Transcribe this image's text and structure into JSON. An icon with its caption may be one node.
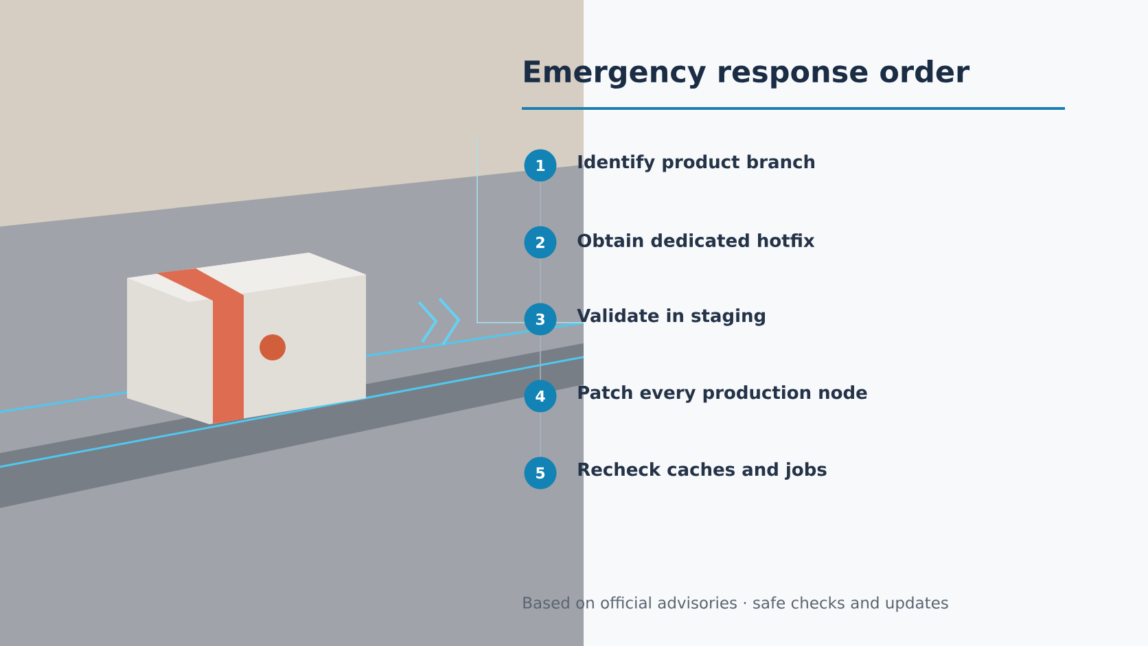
{
  "diagram": {
    "title": "Emergency response order",
    "nodes": [
      {
        "text": [
          "1"
        ],
        "beside": [
          "Identify product branch"
        ]
      },
      {
        "text": [
          "2"
        ],
        "beside": [
          "Obtain dedicated hotfix"
        ]
      },
      {
        "text": [
          "3"
        ],
        "beside": [
          "Validate in staging"
        ]
      },
      {
        "text": [
          "4"
        ],
        "beside": [
          "Patch every production node"
        ]
      },
      {
        "text": [
          "5"
        ],
        "beside": [
          "Recheck caches and jobs"
        ]
      }
    ],
    "edges": [
      {
        "from": 0,
        "to": 1,
        "arrow": "none"
      },
      {
        "from": 1,
        "to": 2,
        "arrow": "none"
      },
      {
        "from": 2,
        "to": 3,
        "arrow": "none"
      },
      {
        "from": 3,
        "to": 4,
        "arrow": "none"
      }
    ],
    "caption": "Based on official advisories · safe checks and updates"
  }
}
